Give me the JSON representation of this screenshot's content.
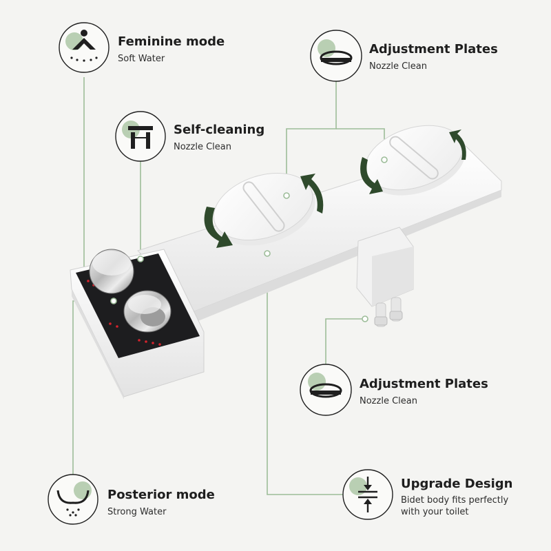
{
  "colors": {
    "background": "#f4f4f2",
    "accent_green": "#8ab08a",
    "accent_green_light": "#b9cfb3",
    "arrow_green": "#2f4a2c",
    "panel_black": "#1d1d1f",
    "indicator_red": "#d3232c"
  },
  "features": {
    "feminine": {
      "title": "Feminine mode",
      "subtitle": "Soft Water",
      "icon": "feminine-mode-icon"
    },
    "self_cleaning": {
      "title": "Self-cleaning",
      "subtitle": "Nozzle Clean",
      "icon": "self-cleaning-icon"
    },
    "adjust_top": {
      "title": "Adjustment Plates",
      "subtitle": "Nozzle Clean",
      "icon": "adjustment-plate-icon"
    },
    "adjust_bottom": {
      "title": "Adjustment Plates",
      "subtitle": "Nozzle Clean",
      "icon": "adjustment-plate-icon"
    },
    "posterior": {
      "title": "Posterior mode",
      "subtitle": "Strong Water",
      "icon": "posterior-mode-icon"
    },
    "upgrade": {
      "title": "Upgrade Design",
      "subtitle_line1": "Bidet body fits perfectly",
      "subtitle_line2": "with your toilet",
      "icon": "slim-profile-icon"
    }
  }
}
